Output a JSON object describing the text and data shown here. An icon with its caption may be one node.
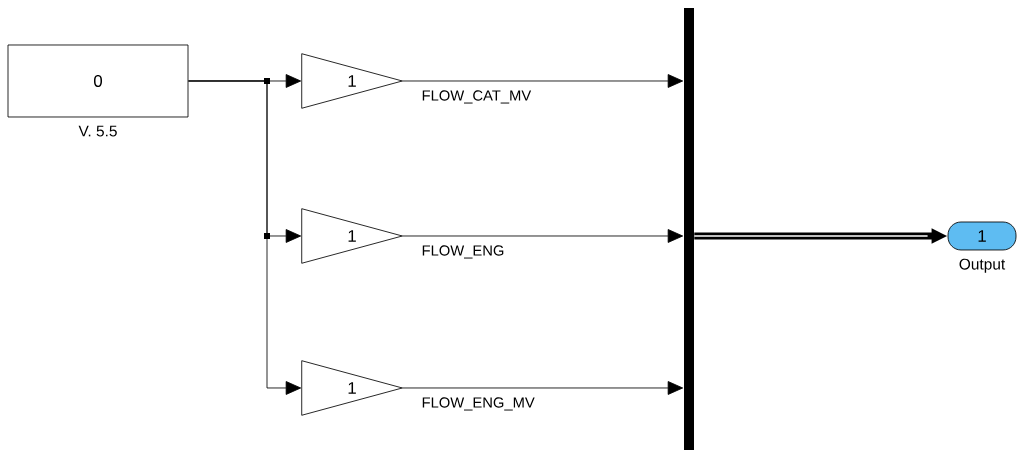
{
  "diagram": {
    "nodes": [
      {
        "text": [
          "0"
        ],
        "beside": [
          "V. 5.5"
        ]
      },
      {
        "text": [
          "1"
        ]
      },
      {
        "text": [
          "1"
        ]
      },
      {
        "text": [
          "1"
        ]
      },
      {
        "text": [],
        "shape": "bar"
      },
      {
        "text": [
          "1"
        ],
        "beside": [
          "Output"
        ]
      }
    ],
    "edges": [
      {
        "from": 0,
        "to": 1,
        "arrow": "to"
      },
      {
        "from": 0,
        "to": 2,
        "arrow": "to"
      },
      {
        "from": 0,
        "to": 3,
        "arrow": "to"
      },
      {
        "from": 1,
        "to": 4,
        "arrow": "to",
        "label": "FLOW_CAT_MV"
      },
      {
        "from": 2,
        "to": 4,
        "arrow": "to",
        "label": "FLOW_ENG"
      },
      {
        "from": 3,
        "to": 4,
        "arrow": "to",
        "label": "FLOW_ENG_MV"
      },
      {
        "from": 4,
        "to": 5,
        "arrow": "to",
        "style": "thick"
      }
    ]
  }
}
